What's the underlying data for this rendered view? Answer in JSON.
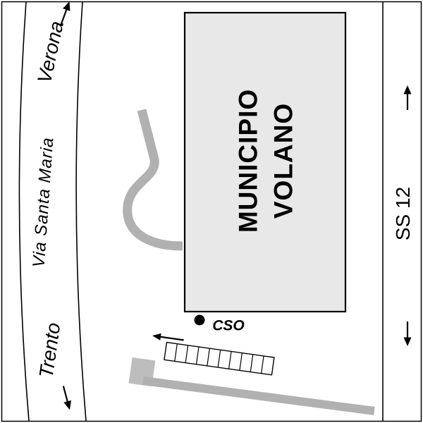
{
  "labels": {
    "destination_north": "Verona",
    "street_left": "Via Santa Maria",
    "destination_south": "Trento",
    "highway_right": "SS 12",
    "building_line1": "MUNICIPIO",
    "building_line2": "VOLANO",
    "poi": "CSO"
  },
  "icons": {
    "verona_arrow": "arrow-up",
    "trento_arrow": "arrow-down",
    "ss12_arrow_top": "arrow-up",
    "ss12_arrow_bottom": "arrow-down",
    "entrance_arrow": "arrow-left"
  },
  "colors": {
    "road_gray": "#b1b1b1",
    "building_fill": "#e8e8e8",
    "block_gray": "#bdbdbd",
    "line_black": "#000000"
  }
}
